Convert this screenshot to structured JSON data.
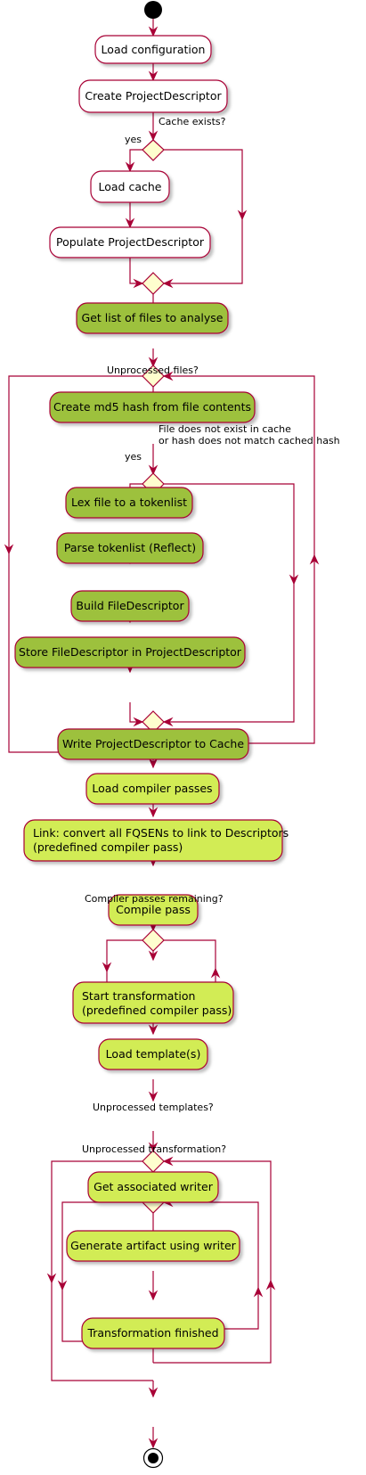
{
  "colors": {
    "line": "#A80036",
    "white_fill": "#FFFFFF",
    "green_fill": "#9DC13C",
    "lime_fill": "#D2EC55",
    "decision_fill": "#FEFECE",
    "start": "#000000"
  },
  "nodes": {
    "load_config": "Load configuration",
    "create_pd": "Create ProjectDescriptor",
    "load_cache": "Load cache",
    "populate_pd": "Populate ProjectDescriptor",
    "get_files": "Get list of files to analyse",
    "md5": "Create md5 hash from file contents",
    "lex": "Lex file to a tokenlist",
    "parse": "Parse tokenlist (Reflect)",
    "build_fd": "Build FileDescriptor",
    "store_fd": "Store FileDescriptor in ProjectDescriptor",
    "write_cache": "Write ProjectDescriptor to Cache",
    "load_passes": "Load compiler passes",
    "link_line1": "Link: convert all FQSENs to link to Descriptors",
    "link_line2": "(predefined compiler pass)",
    "compile": "Compile pass",
    "start_tf_line1": "Start transformation",
    "start_tf_line2": "(predefined compiler pass)",
    "load_templates": "Load template(s)",
    "get_writer": "Get associated writer",
    "gen_artifact": "Generate artifact using writer",
    "tf_finished": "Transformation finished"
  },
  "labels": {
    "cache_exists": "Cache exists?",
    "yes1": "yes",
    "unprocessed_files": "Unprocessed files?",
    "file_cond_line1": "File does not exist in cache",
    "file_cond_line2": "or hash does not match cached hash",
    "yes2": "yes",
    "passes_remaining": "Compiler passes remaining?",
    "unprocessed_templates": "Unprocessed templates?",
    "unprocessed_transformation": "Unprocessed transformation?"
  }
}
